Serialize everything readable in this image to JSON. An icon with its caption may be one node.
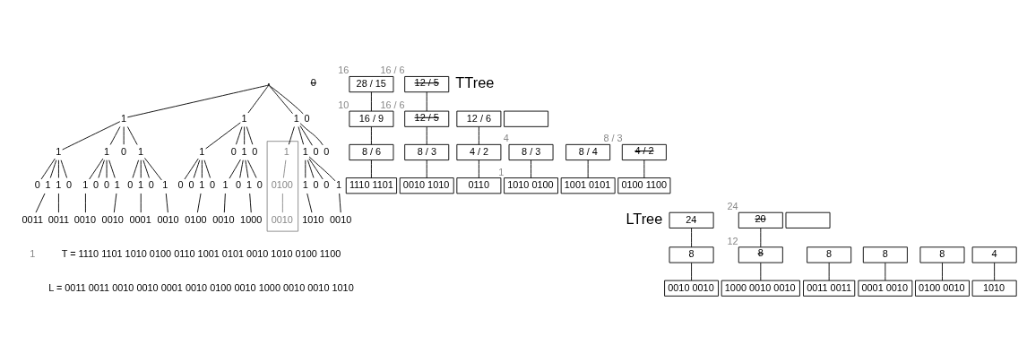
{
  "diagram": {
    "nodes": [
      {
        "text": [],
        "shape": "point"
      },
      {
        "text": [
          "1"
        ]
      },
      {
        "text": [
          "1"
        ]
      },
      {
        "text": [
          "1"
        ]
      },
      {
        "text": [
          "0"
        ]
      },
      {
        "text": [
          "1"
        ]
      },
      {
        "text": [
          "1"
        ]
      },
      {
        "text": [
          "0"
        ]
      },
      {
        "text": [
          "1"
        ]
      },
      {
        "text": [
          "1"
        ]
      },
      {
        "text": [
          "0"
        ]
      },
      {
        "text": [
          "1"
        ]
      },
      {
        "text": [
          "0"
        ]
      },
      {
        "text": [
          "0"
        ]
      },
      {
        "text": [],
        "shape": "box"
      },
      {
        "text": [
          "1"
        ],
        "in": 14
      },
      {
        "text": [
          "1"
        ]
      },
      {
        "text": [
          "0"
        ]
      },
      {
        "text": [
          "0"
        ]
      },
      {
        "text": [
          "0"
        ]
      },
      {
        "text": [
          "1"
        ]
      },
      {
        "text": [
          "1"
        ]
      },
      {
        "text": [
          "0"
        ]
      },
      {
        "text": [
          "1"
        ]
      },
      {
        "text": [
          "0"
        ]
      },
      {
        "text": [
          "0"
        ]
      },
      {
        "text": [
          "1"
        ]
      },
      {
        "text": [
          "0"
        ]
      },
      {
        "text": [
          "1"
        ]
      },
      {
        "text": [
          "0"
        ]
      },
      {
        "text": [
          "1"
        ]
      },
      {
        "text": [
          "0"
        ]
      },
      {
        "text": [
          "0"
        ]
      },
      {
        "text": [
          "1"
        ]
      },
      {
        "text": [
          "0"
        ]
      },
      {
        "text": [
          "1"
        ]
      },
      {
        "text": [
          "0"
        ]
      },
      {
        "text": [
          "1"
        ]
      },
      {
        "text": [
          "0"
        ]
      },
      {
        "text": [
          "0100"
        ],
        "in": 14
      },
      {
        "text": [
          "1"
        ]
      },
      {
        "text": [
          "1"
        ]
      },
      {
        "text": [
          "0"
        ]
      },
      {
        "text": [
          "0"
        ]
      },
      {
        "text": [
          "0011"
        ]
      },
      {
        "text": [
          "0011"
        ]
      },
      {
        "text": [
          "0010"
        ]
      },
      {
        "text": [
          "0010"
        ]
      },
      {
        "text": [
          "0001"
        ]
      },
      {
        "text": [
          "0010"
        ]
      },
      {
        "text": [
          "0100"
        ]
      },
      {
        "text": [
          "0010"
        ]
      },
      {
        "text": [
          "1000"
        ]
      },
      {
        "text": [
          "0010"
        ],
        "in": 14
      },
      {
        "text": [
          "0010"
        ]
      },
      {
        "text": [
          "1010"
        ]
      },
      {
        "text": [
          "28 / 15"
        ],
        "beside": [
          "16"
        ]
      },
      {
        "text": [
          "12 / 5"
        ],
        "beside": [
          "16 / 6"
        ]
      },
      {
        "text": [
          "16 / 9"
        ],
        "beside": [
          "10"
        ]
      },
      {
        "text": [
          "12 / 6"
        ]
      },
      {
        "text": [
          "12 / 5"
        ],
        "beside": [
          "16 / 6"
        ]
      },
      {
        "text": [],
        "shape": "box"
      },
      {
        "text": [
          "8 / 6"
        ]
      },
      {
        "text": [
          "8 / 3"
        ],
        "beside": [
          "4"
        ]
      },
      {
        "text": [
          "4 / 2"
        ]
      },
      {
        "text": [
          "8 / 4"
        ]
      },
      {
        "text": [
          "8 / 3"
        ]
      },
      {
        "text": [
          "4 / 2"
        ],
        "beside": [
          "8 / 3"
        ]
      },
      {
        "text": [
          "1110 1101"
        ]
      },
      {
        "text": [
          "1010 0100"
        ],
        "beside": [
          "1"
        ]
      },
      {
        "text": [
          "0110"
        ]
      },
      {
        "text": [
          "1001 0101"
        ]
      },
      {
        "text": [
          "0010 1010"
        ]
      },
      {
        "text": [
          "0100 1100"
        ]
      },
      {
        "text": [
          "24"
        ]
      },
      {
        "text": [
          "20"
        ],
        "beside": [
          "24"
        ]
      },
      {
        "text": [],
        "shape": "box"
      },
      {
        "text": [
          "8"
        ]
      },
      {
        "text": [
          "8"
        ]
      },
      {
        "text": [
          "8"
        ]
      },
      {
        "text": [
          "8"
        ]
      },
      {
        "text": [
          "8"
        ],
        "beside": [
          "12"
        ]
      },
      {
        "text": [
          "4"
        ]
      },
      {
        "text": [
          "0011 0011"
        ]
      },
      {
        "text": [
          "0010 0010"
        ]
      },
      {
        "text": [
          "0001 0010"
        ]
      },
      {
        "text": [
          "0100 0010"
        ]
      },
      {
        "text": [
          "1000 0010 0010"
        ]
      },
      {
        "text": [
          "1010"
        ]
      }
    ],
    "edges": [
      {
        "from": 0,
        "to": 1,
        "arrow": "none"
      },
      {
        "from": 0,
        "to": 2,
        "arrow": "none"
      },
      {
        "from": 0,
        "to": 3,
        "arrow": "none"
      },
      {
        "from": 0,
        "to": 4,
        "arrow": "none"
      },
      {
        "from": 1,
        "to": 5,
        "arrow": "none"
      },
      {
        "from": 1,
        "to": 6,
        "arrow": "none"
      },
      {
        "from": 1,
        "to": 7,
        "arrow": "none"
      },
      {
        "from": 1,
        "to": 8,
        "arrow": "none"
      },
      {
        "from": 2,
        "to": 9,
        "arrow": "none"
      },
      {
        "from": 2,
        "to": 10,
        "arrow": "none"
      },
      {
        "from": 2,
        "to": 11,
        "arrow": "none"
      },
      {
        "from": 2,
        "to": 12,
        "arrow": "none"
      },
      {
        "from": 3,
        "to": 15,
        "arrow": "none"
      },
      {
        "from": 3,
        "to": 16,
        "arrow": "none"
      },
      {
        "from": 3,
        "to": 17,
        "arrow": "none"
      },
      {
        "from": 3,
        "to": 18,
        "arrow": "none"
      },
      {
        "from": 5,
        "to": 19,
        "arrow": "none"
      },
      {
        "from": 5,
        "to": 20,
        "arrow": "none"
      },
      {
        "from": 5,
        "to": 21,
        "arrow": "none"
      },
      {
        "from": 5,
        "to": 22,
        "arrow": "none"
      },
      {
        "from": 6,
        "to": 23,
        "arrow": "none"
      },
      {
        "from": 6,
        "to": 24,
        "arrow": "none"
      },
      {
        "from": 6,
        "to": 25,
        "arrow": "none"
      },
      {
        "from": 6,
        "to": 26,
        "arrow": "none"
      },
      {
        "from": 8,
        "to": 27,
        "arrow": "none"
      },
      {
        "from": 8,
        "to": 28,
        "arrow": "none"
      },
      {
        "from": 8,
        "to": 29,
        "arrow": "none"
      },
      {
        "from": 8,
        "to": 30,
        "arrow": "none"
      },
      {
        "from": 9,
        "to": 31,
        "arrow": "none"
      },
      {
        "from": 9,
        "to": 32,
        "arrow": "none"
      },
      {
        "from": 9,
        "to": 33,
        "arrow": "none"
      },
      {
        "from": 9,
        "to": 34,
        "arrow": "none"
      },
      {
        "from": 11,
        "to": 35,
        "arrow": "none"
      },
      {
        "from": 11,
        "to": 36,
        "arrow": "none"
      },
      {
        "from": 11,
        "to": 37,
        "arrow": "none"
      },
      {
        "from": 11,
        "to": 38,
        "arrow": "none"
      },
      {
        "from": 15,
        "to": 39,
        "arrow": "none",
        "color": "#888888"
      },
      {
        "from": 16,
        "to": 40,
        "arrow": "none"
      },
      {
        "from": 16,
        "to": 41,
        "arrow": "none"
      },
      {
        "from": 16,
        "to": 42,
        "arrow": "none"
      },
      {
        "from": 16,
        "to": 43,
        "arrow": "none"
      },
      {
        "from": 20,
        "to": 44,
        "arrow": "none"
      },
      {
        "from": 21,
        "to": 45,
        "arrow": "none"
      },
      {
        "from": 23,
        "to": 46,
        "arrow": "none"
      },
      {
        "from": 26,
        "to": 47,
        "arrow": "none"
      },
      {
        "from": 28,
        "to": 48,
        "arrow": "none"
      },
      {
        "from": 30,
        "to": 49,
        "arrow": "none"
      },
      {
        "from": 33,
        "to": 50,
        "arrow": "none"
      },
      {
        "from": 35,
        "to": 51,
        "arrow": "none"
      },
      {
        "from": 37,
        "to": 52,
        "arrow": "none"
      },
      {
        "from": 39,
        "to": 53,
        "arrow": "none",
        "color": "#888888"
      },
      {
        "from": 40,
        "to": 54,
        "arrow": "none"
      },
      {
        "from": 41,
        "to": 55,
        "arrow": "none"
      },
      {
        "from": 56,
        "to": 58,
        "arrow": "none"
      },
      {
        "from": 57,
        "to": 60,
        "arrow": "none"
      },
      {
        "from": 58,
        "to": 62,
        "arrow": "none"
      },
      {
        "from": 59,
        "to": 64,
        "arrow": "none"
      },
      {
        "from": 60,
        "to": 66,
        "arrow": "none"
      },
      {
        "from": 62,
        "to": 68,
        "arrow": "none"
      },
      {
        "from": 63,
        "to": 69,
        "arrow": "none"
      },
      {
        "from": 64,
        "to": 70,
        "arrow": "none"
      },
      {
        "from": 65,
        "to": 71,
        "arrow": "none"
      },
      {
        "from": 66,
        "to": 72,
        "arrow": "none"
      },
      {
        "from": 67,
        "to": 73,
        "arrow": "none"
      },
      {
        "from": 74,
        "to": 78,
        "arrow": "none"
      },
      {
        "from": 75,
        "to": 81,
        "arrow": "none"
      },
      {
        "from": 77,
        "to": 83,
        "arrow": "none"
      },
      {
        "from": 78,
        "to": 84,
        "arrow": "none"
      },
      {
        "from": 79,
        "to": 85,
        "arrow": "none"
      },
      {
        "from": 80,
        "to": 86,
        "arrow": "none"
      },
      {
        "from": 81,
        "to": 87,
        "arrow": "none"
      },
      {
        "from": 82,
        "to": 88,
        "arrow": "none"
      }
    ],
    "labels": [
      "TTree",
      "LTree",
      "1",
      "T = 1110 1101 1010 0100 0110 1001 0101 0010 1010 0100 1100",
      "L = 0011 0011 0010 0010 0001 0010 0100 0010 1000 0010 0010 1010"
    ]
  }
}
